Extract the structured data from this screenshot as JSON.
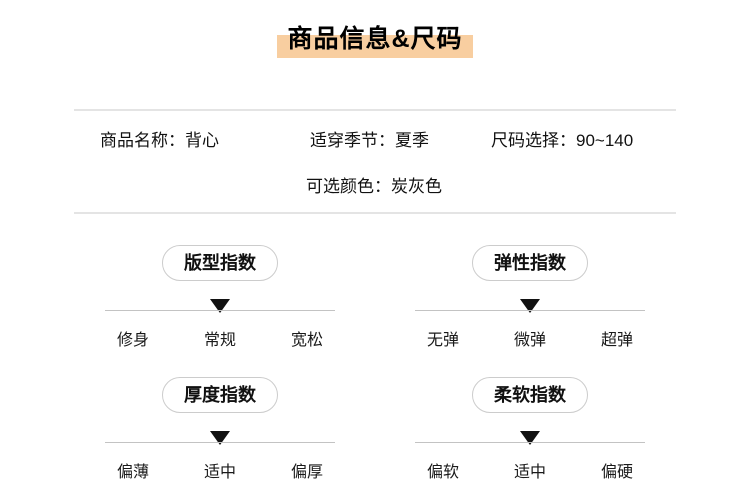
{
  "page": {
    "title": "商品信息&尺码",
    "accent_color": "#F8CEA0"
  },
  "product_info": {
    "name_label": "商品名称：",
    "name_value": "背心",
    "season_label": "适穿季节：",
    "season_value": "夏季",
    "size_label": "尺码选择：",
    "size_value": "90~140",
    "color_label": "可选颜色：",
    "color_value": "炭灰色"
  },
  "indicators": [
    {
      "title": "版型指数",
      "options": [
        "修身",
        "常规",
        "宽松"
      ],
      "selected_index": 1,
      "selected_option": "常规"
    },
    {
      "title": "弹性指数",
      "options": [
        "无弹",
        "微弹",
        "超弹"
      ],
      "selected_index": 1,
      "selected_option": "微弹"
    },
    {
      "title": "厚度指数",
      "options": [
        "偏薄",
        "适中",
        "偏厚"
      ],
      "selected_index": 1,
      "selected_option": "适中"
    },
    {
      "title": "柔软指数",
      "options": [
        "偏软",
        "适中",
        "偏硬"
      ],
      "selected_index": 1,
      "selected_option": "适中"
    }
  ]
}
